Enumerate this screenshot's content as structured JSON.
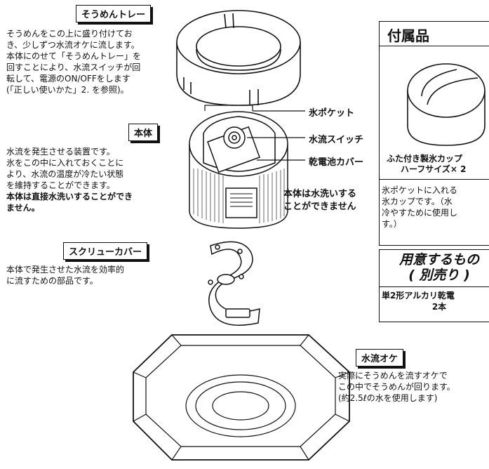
{
  "tray": {
    "title": "そうめんトレー",
    "lines": [
      "そうめんをこの上に盛り付けてお",
      "き、少しずつ水流オケに流します。",
      "本体にのせて「そうめんトレー」を",
      "回すことにより、水流スイッチが回",
      "転して、電源のON/OFFをします",
      "(「正しい使いかた」2. を参照)。"
    ]
  },
  "body_unit": {
    "title": "本体",
    "lines": [
      "水流を発生させる装置です。",
      "氷をこの中に入れておくことに",
      "より、水流の温度が冷たい状態",
      "を維持することができます。"
    ],
    "bold_lines": [
      "本体は直接水洗いすることができ",
      "ません。"
    ]
  },
  "screw": {
    "title": "スクリューカバー",
    "lines": [
      "本体で発生させた水流を効率的",
      "に流すための部品です。"
    ]
  },
  "callouts": {
    "ice_pocket": "氷ポケット",
    "water_switch": "水流スイッチ",
    "battery_cover": "乾電池カバー",
    "wash_note": [
      "本体は水洗いする",
      "ことができません"
    ]
  },
  "accessories": {
    "title": "付属品",
    "caption": [
      "ふた付き製氷カップ",
      "ハーフサイズ× 2"
    ],
    "lines": [
      "氷ポケットに入れる",
      "氷カップです。（水",
      "冷やすために使用し",
      "す。）"
    ]
  },
  "prepare": {
    "title": [
      "用意するもの",
      "( 別売り )"
    ],
    "item": [
      "単2形アルカリ乾電",
      "2本"
    ]
  },
  "bucket": {
    "title": "水流オケ",
    "lines": [
      "実際にそうめんを流すオケで",
      "この中でそうめんが回ります。",
      "(約2.5ℓの水を使用します)"
    ]
  }
}
